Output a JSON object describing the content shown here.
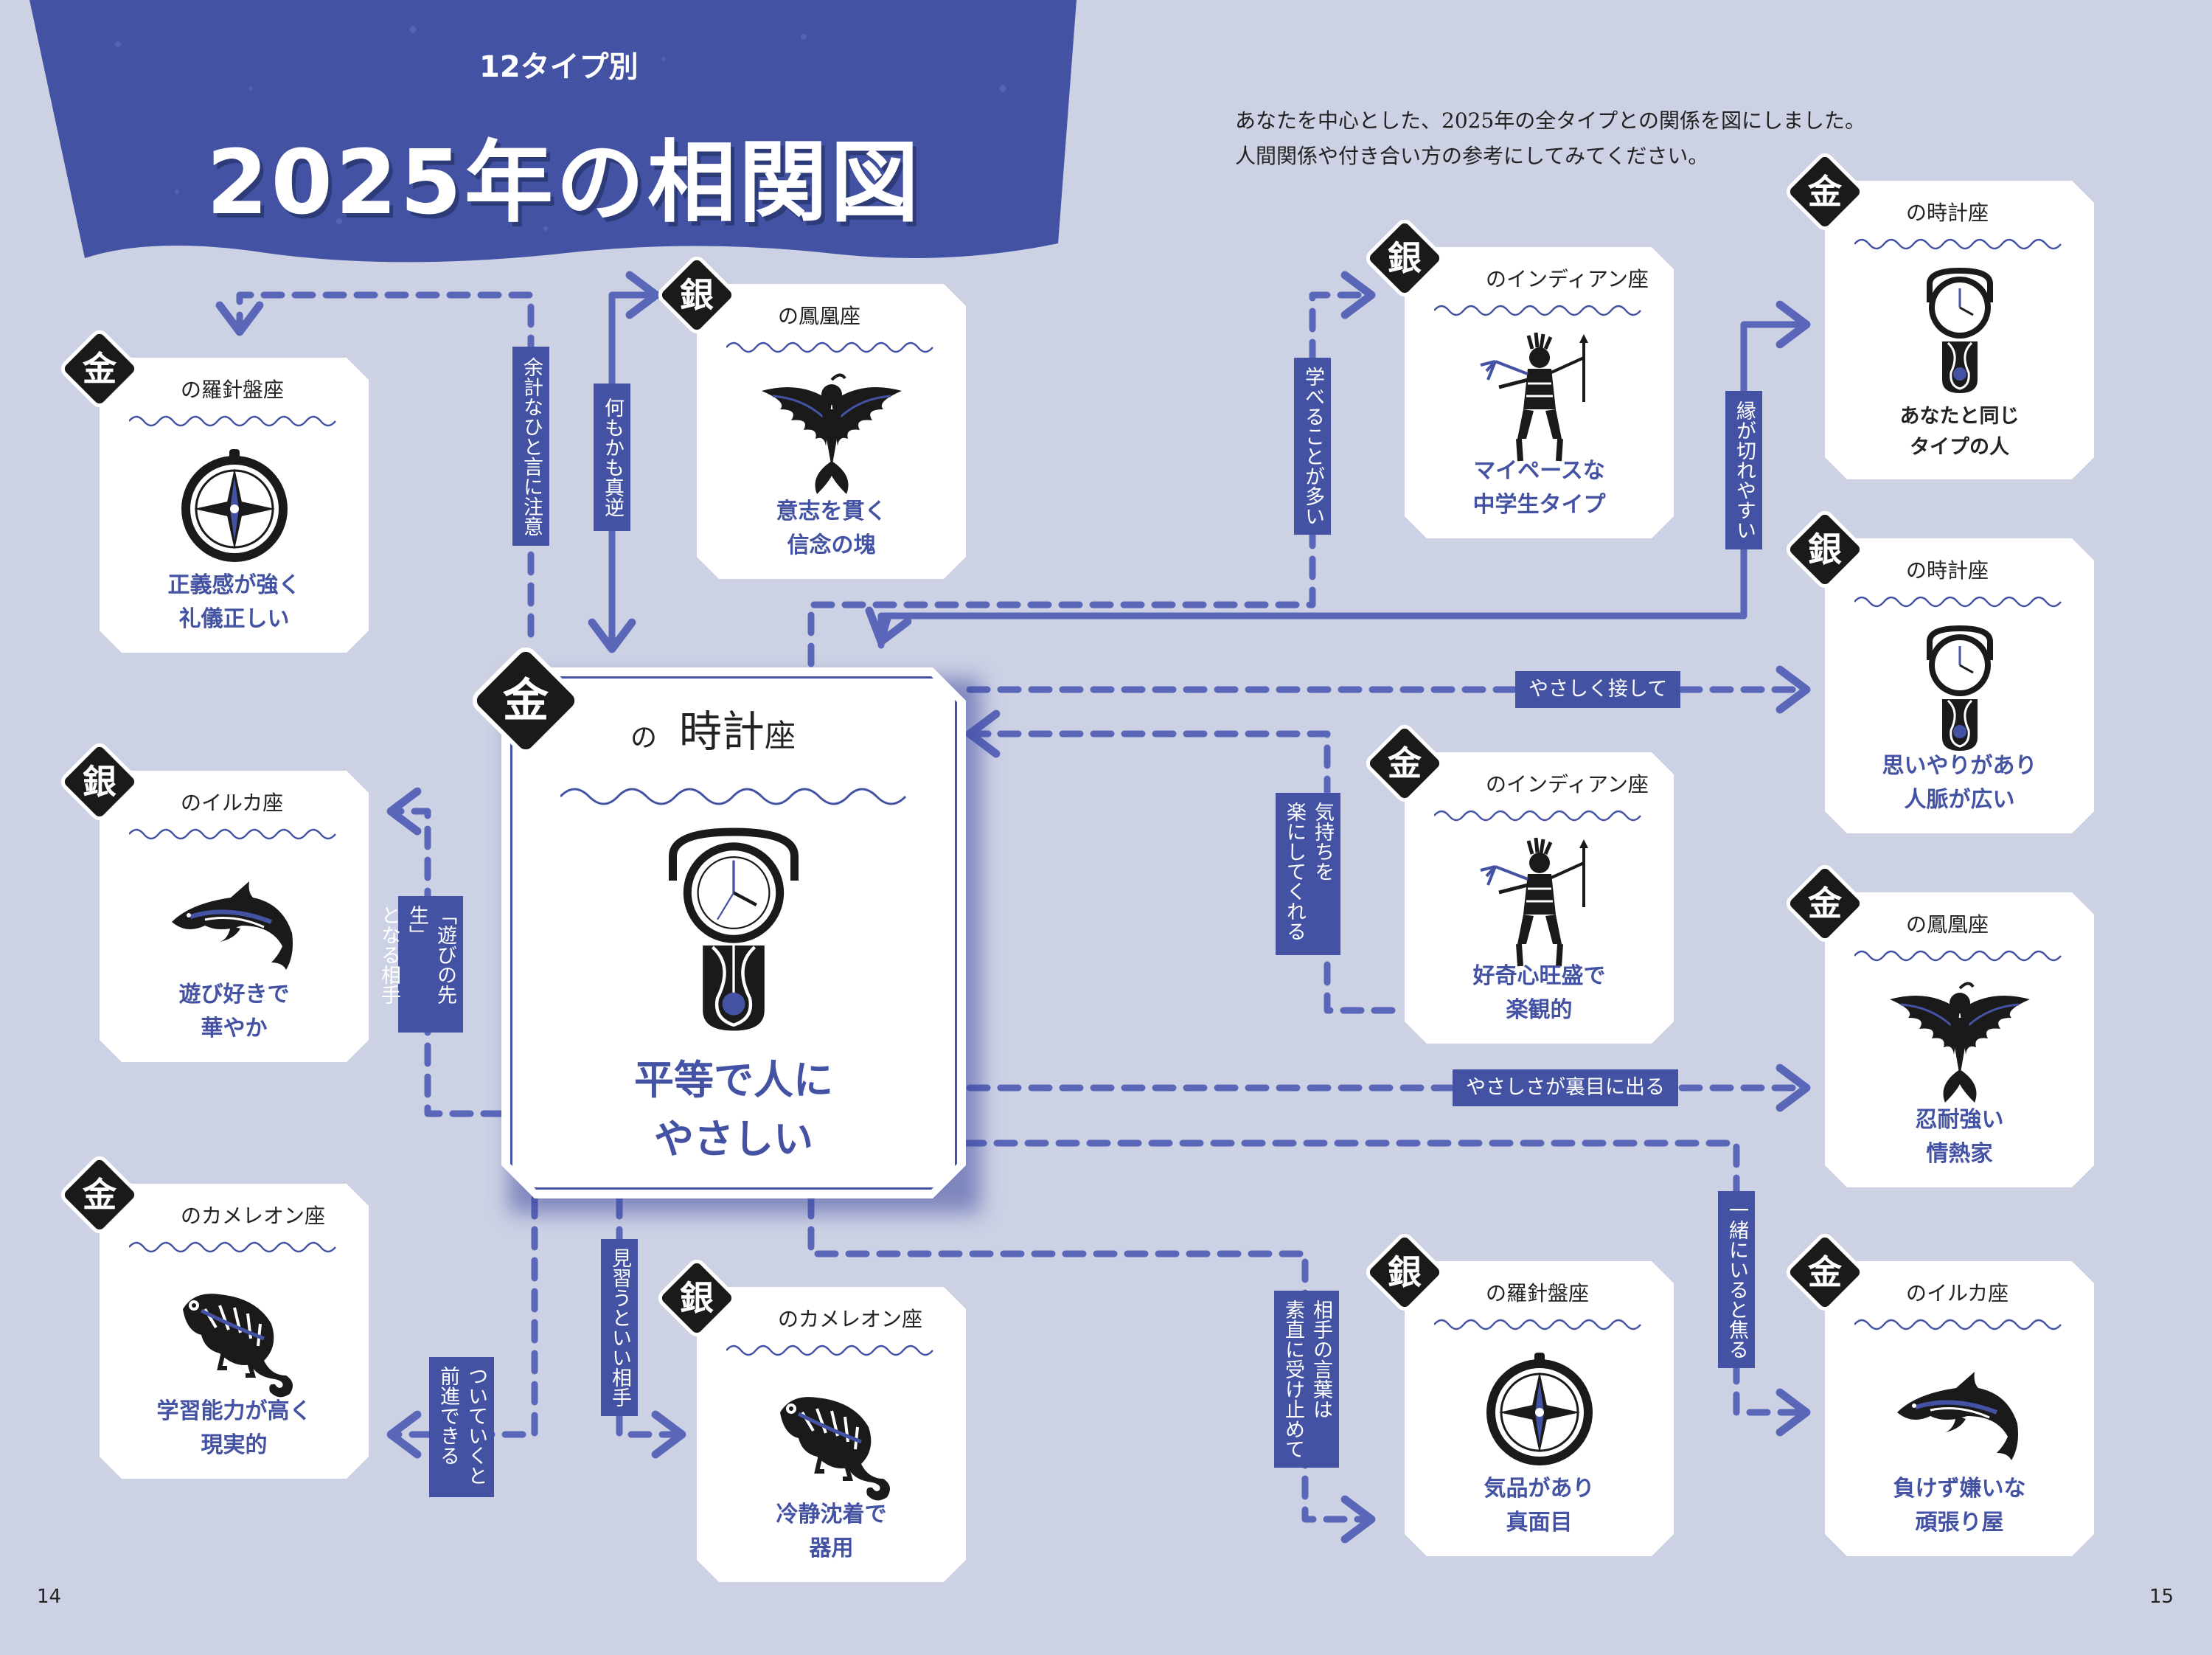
{
  "header": {
    "subtitle": "12タイプ別",
    "title": "2025年の相関図"
  },
  "intro": {
    "line1": "あなたを中心とした、2025年の全タイプとの関係を図にしました。",
    "line2": "人間関係や付き合い方の参考にしてみてください。"
  },
  "center": {
    "badge": "金",
    "name_no": "の",
    "name_main": "時計",
    "name_za": "座",
    "desc_line1": "平等で人に",
    "desc_line2": "やさしい",
    "illustration": "pendulum-clock-icon"
  },
  "cards": [
    {
      "id": "kin-rashinban",
      "badge": "金",
      "name": "の羅針盤座",
      "illustration": "compass-icon",
      "desc": [
        "正義感が強く",
        "礼儀正しい"
      ]
    },
    {
      "id": "gin-houou",
      "badge": "銀",
      "name": "の鳳凰座",
      "illustration": "phoenix-icon",
      "desc": [
        "意志を貫く",
        "信念の塊"
      ]
    },
    {
      "id": "gin-iruka",
      "badge": "銀",
      "name": "のイルカ座",
      "illustration": "dolphin-icon",
      "desc": [
        "遊び好きで",
        "華やか"
      ]
    },
    {
      "id": "kin-chameleon",
      "badge": "金",
      "name": "のカメレオン座",
      "illustration": "chameleon-icon",
      "desc": [
        "学習能力が高く",
        "現実的"
      ]
    },
    {
      "id": "gin-chameleon",
      "badge": "銀",
      "name": "のカメレオン座",
      "illustration": "chameleon-icon",
      "desc": [
        "冷静沈着で",
        "器用"
      ]
    },
    {
      "id": "gin-indian",
      "badge": "銀",
      "name": "のインディアン座",
      "illustration": "indian-icon",
      "desc": [
        "マイペースな",
        "中学生タイプ"
      ]
    },
    {
      "id": "kin-indian",
      "badge": "金",
      "name": "のインディアン座",
      "illustration": "indian-icon",
      "desc": [
        "好奇心旺盛で",
        "楽観的"
      ]
    },
    {
      "id": "gin-rashinban",
      "badge": "銀",
      "name": "の羅針盤座",
      "illustration": "compass-icon",
      "desc": [
        "気品があり",
        "真面目"
      ]
    },
    {
      "id": "kin-tokei",
      "badge": "金",
      "name": "の時計座",
      "illustration": "pendulum-clock-icon",
      "desc": [
        "あなたと同じ",
        "タイプの人"
      ],
      "dark": true
    },
    {
      "id": "gin-tokei",
      "badge": "銀",
      "name": "の時計座",
      "illustration": "pendulum-clock-icon",
      "desc": [
        "思いやりがあり",
        "人脈が広い"
      ]
    },
    {
      "id": "kin-houou",
      "badge": "金",
      "name": "の鳳凰座",
      "illustration": "phoenix-icon",
      "desc": [
        "忍耐強い",
        "情熱家"
      ]
    },
    {
      "id": "kin-iruka",
      "badge": "金",
      "name": "のイルカ座",
      "illustration": "dolphin-icon",
      "desc": [
        "負けず嫌いな",
        "頑張り屋"
      ]
    }
  ],
  "relations": {
    "yokei": "余計なひと言に注意",
    "nanimo": "何もかも真逆",
    "asobi_1": "「遊びの先生」",
    "asobi_2": "となる相手",
    "tsuite_1": "ついていくと",
    "tsuite_2": "前進できる",
    "minarau": "見習うといい相手",
    "manabu": "学べることが多い",
    "en": "縁が切れやすい",
    "yasashiku": "やさしく接して",
    "kimochi_1": "気持ちを",
    "kimochi_2": "楽にしてくれる",
    "yasashisa": "やさしさが裏目に出る",
    "issho": "一緒にいると焦る",
    "aite_1": "相手の言葉は",
    "aite_2": "素直に受け止めて"
  },
  "pages": {
    "left": "14",
    "right": "15"
  },
  "colors": {
    "background": "#cdd1e4",
    "accent": "#4452a3",
    "badge": "#1a1a1a",
    "card": "#ffffff"
  }
}
